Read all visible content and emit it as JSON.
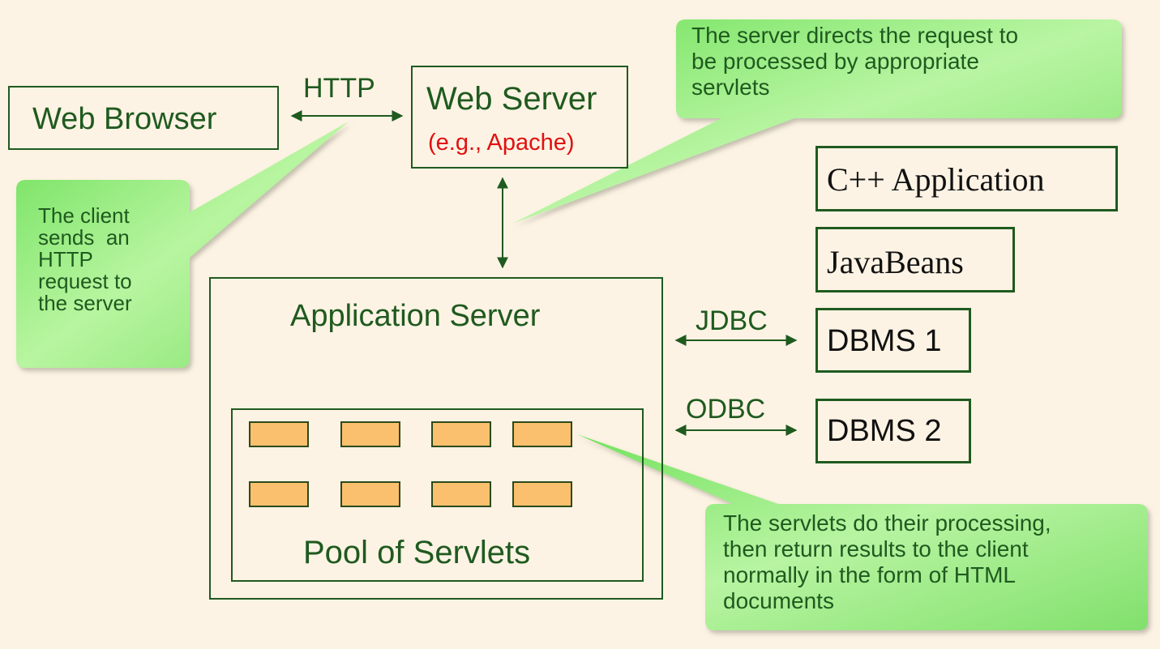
{
  "components": {
    "web_browser": "Web Browser",
    "web_server": "Web Server",
    "web_server_example": "(e.g., Apache)",
    "application_server": "Application Server",
    "servlet_pool": "Pool of Servlets",
    "cpp_application": "C++ Application",
    "javabeans": "JavaBeans",
    "dbms1": "DBMS 1",
    "dbms2": "DBMS 2"
  },
  "connections": {
    "http": "HTTP",
    "jdbc": "JDBC",
    "odbc": "ODBC"
  },
  "callouts": {
    "client": [
      "The client",
      "sends  an",
      "HTTP",
      "request to",
      "the server"
    ],
    "server": [
      "The server directs the request to",
      "be processed by appropriate",
      "servlets"
    ],
    "servlets": [
      "The servlets do their processing,",
      "then return results to the client",
      "normally in the form of HTML",
      "documents"
    ]
  },
  "colors": {
    "background": "#fdf3e4",
    "border": "#1f5a1f",
    "text_green": "#1f5a1f",
    "text_red": "#e11010",
    "callout_fill": "#8ee67a",
    "servlet_fill": "#fbc06e"
  },
  "servlet_count": 8
}
